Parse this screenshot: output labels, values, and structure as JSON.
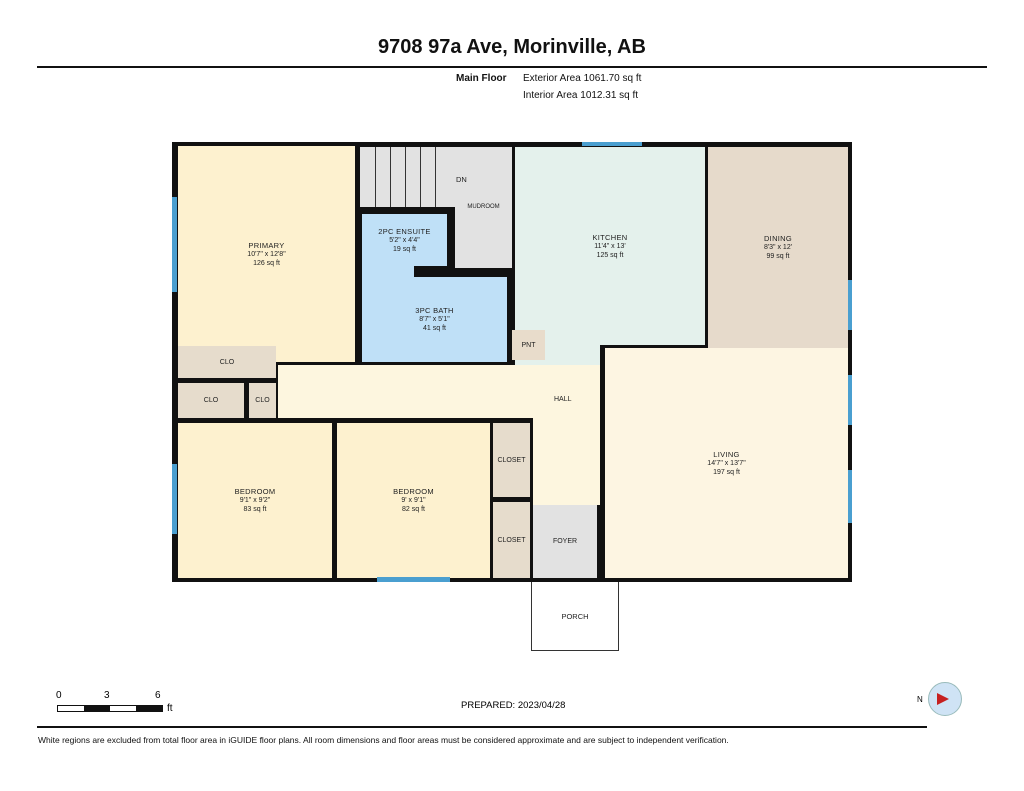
{
  "title": "9708 97a Ave, Morinville, AB",
  "header": {
    "floor": "Main Floor",
    "exterior": "Exterior Area 1061.70 sq ft",
    "interior": "Interior Area 1012.31 sq ft"
  },
  "rooms": {
    "primary": {
      "name": "PRIMARY",
      "dims": "10'7\" x 12'8\"",
      "area": "126 sq ft"
    },
    "ensuite": {
      "name": "2PC ENSUITE",
      "dims": "5'2\" x 4'4\"",
      "area": "19 sq ft"
    },
    "bath": {
      "name": "3PC BATH",
      "dims": "8'7\" x 5'1\"",
      "area": "41 sq ft"
    },
    "kitchen": {
      "name": "KITCHEN",
      "dims": "11'4\" x 13'",
      "area": "125 sq ft"
    },
    "dining": {
      "name": "DINING",
      "dims": "8'3\" x 12'",
      "area": "99 sq ft"
    },
    "living": {
      "name": "LIVING",
      "dims": "14'7\" x 13'7\"",
      "area": "197 sq ft"
    },
    "bedroom1": {
      "name": "BEDROOM",
      "dims": "9'1\" x 9'2\"",
      "area": "83 sq ft"
    },
    "bedroom2": {
      "name": "BEDROOM",
      "dims": "9' x 9'1\"",
      "area": "82 sq ft"
    },
    "mudroom": "MUDROOM",
    "stairs": "DN",
    "pantry": "PNT",
    "hall": "HALL",
    "foyer": "FOYER",
    "porch": "PORCH",
    "clo1": "CLO",
    "clo2": "CLO",
    "clo3": "CLO",
    "closet1": "CLOSET",
    "closet2": "CLOSET"
  },
  "scale": {
    "t0": "0",
    "t1": "3",
    "t2": "6",
    "unit": "ft"
  },
  "prepared": "PREPARED: 2023/04/28",
  "compass": "N",
  "footer": "White regions are excluded from total floor area in iGUIDE floor plans. All room dimensions and floor areas must be considered approximate and are subject to independent verification."
}
